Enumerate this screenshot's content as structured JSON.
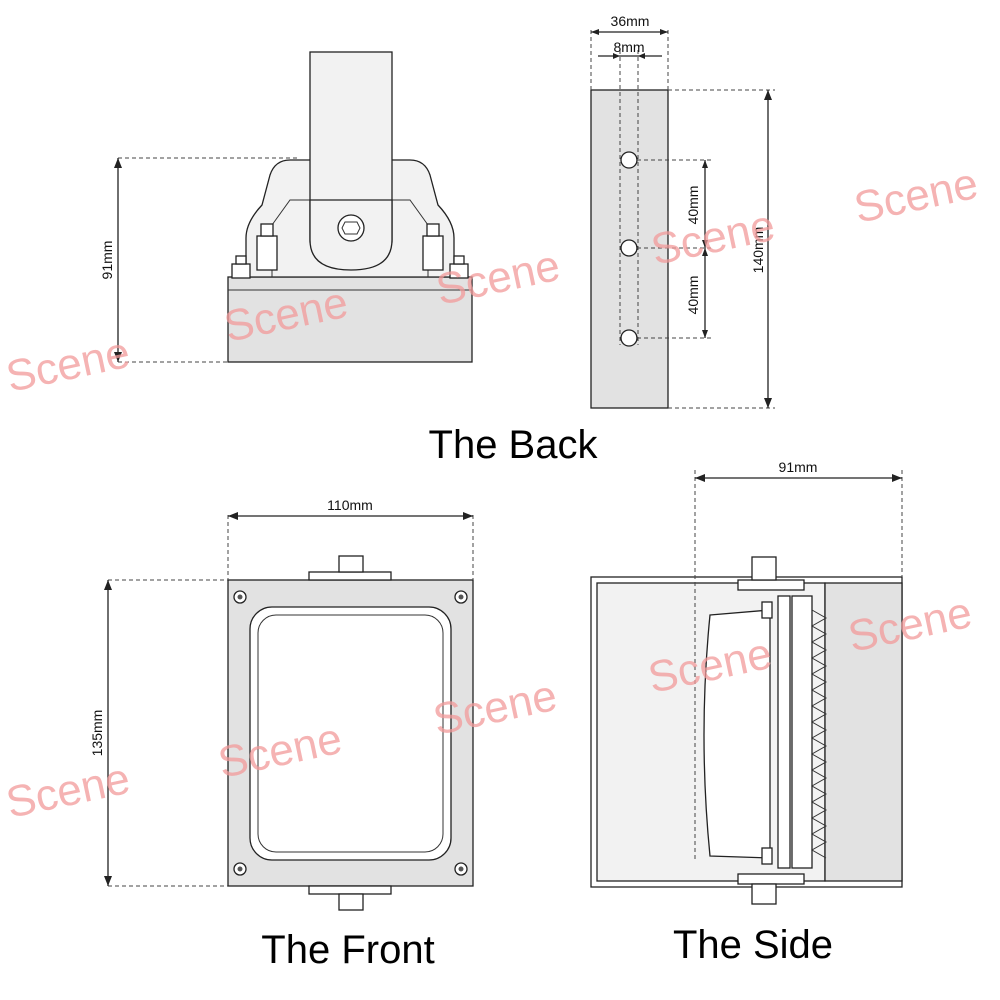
{
  "titles": {
    "back": "The Back",
    "front": "The Front",
    "side": "The Side"
  },
  "dimensions": {
    "back_height": "91mm",
    "bracket_width": "36mm",
    "slot_width": "8mm",
    "hole_spacing_upper": "40mm",
    "hole_spacing_lower": "40mm",
    "bracket_height": "140mm",
    "front_width": "110mm",
    "front_height": "135mm",
    "side_depth": "91mm"
  },
  "watermark": "Scene",
  "colors": {
    "watermark": "#f29a9a",
    "body": "#e2e2e2",
    "line": "#222222"
  }
}
